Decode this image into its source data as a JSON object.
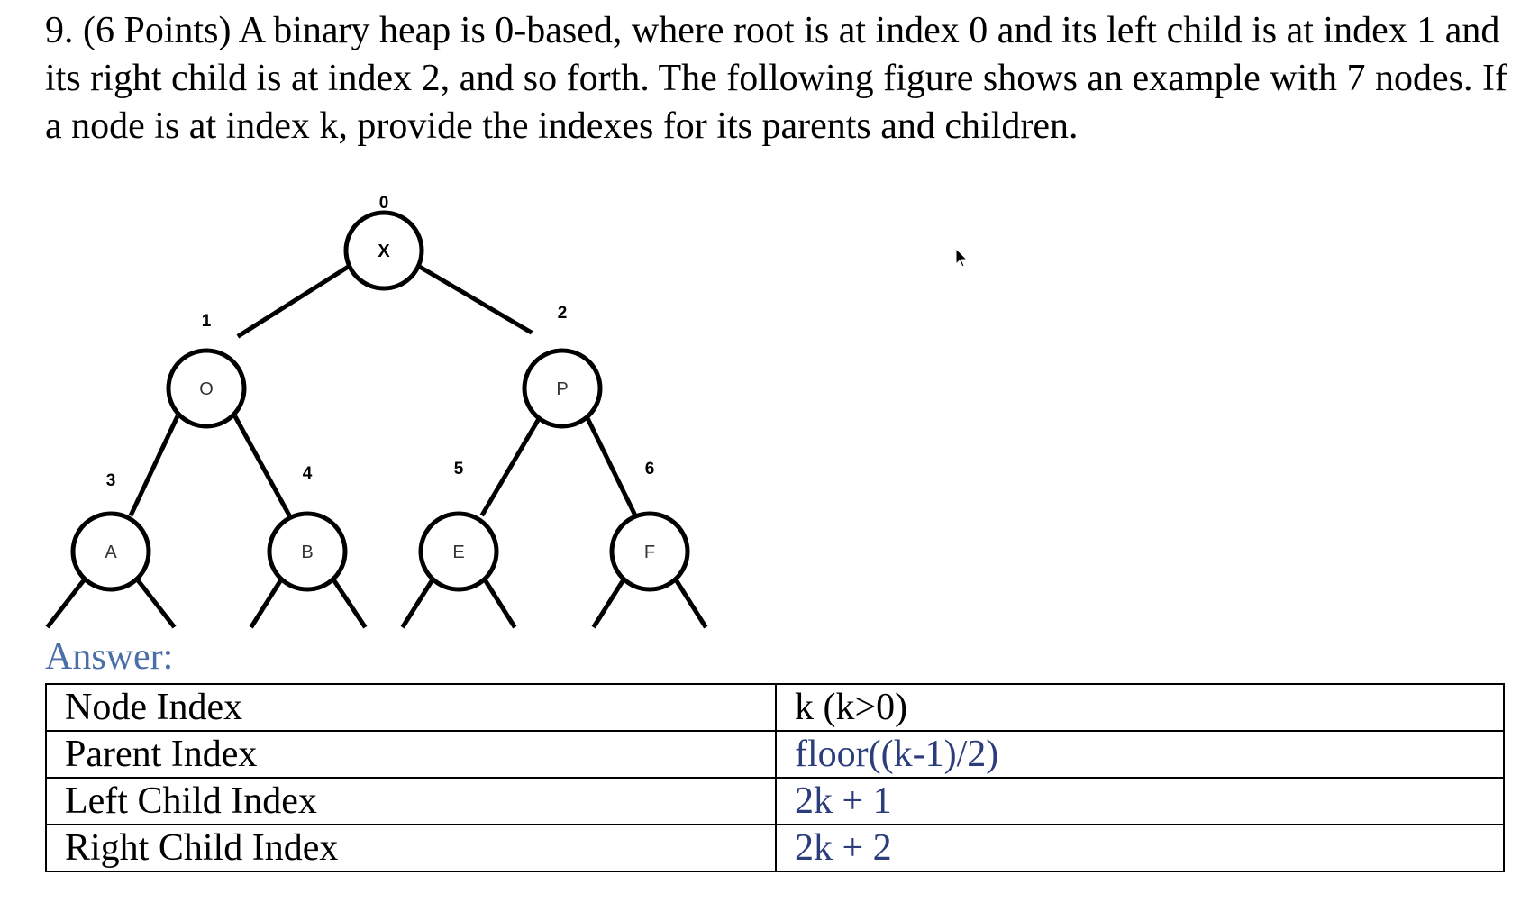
{
  "question": {
    "text": "9. (6 Points) A binary heap is 0-based, where root is at index 0 and its left child is at index 1 and its right child is at index 2, and so forth.  The following figure shows an example with 7 nodes.  If a node is at index k, provide the indexes for its parents and children."
  },
  "tree": {
    "nodes": [
      {
        "index": "0",
        "label": "X"
      },
      {
        "index": "1",
        "label": "O"
      },
      {
        "index": "2",
        "label": "P"
      },
      {
        "index": "3",
        "label": "A"
      },
      {
        "index": "4",
        "label": "B"
      },
      {
        "index": "5",
        "label": "E"
      },
      {
        "index": "6",
        "label": "F"
      }
    ]
  },
  "answer": {
    "heading": "Answer:",
    "rows": [
      {
        "label": "Node Index",
        "value": "k (k>0)"
      },
      {
        "label": "Parent Index",
        "value": "floor((k-1)/2)"
      },
      {
        "label": "Left Child Index",
        "value": "2k + 1"
      },
      {
        "label": "Right Child Index",
        "value": "2k + 2"
      }
    ]
  }
}
